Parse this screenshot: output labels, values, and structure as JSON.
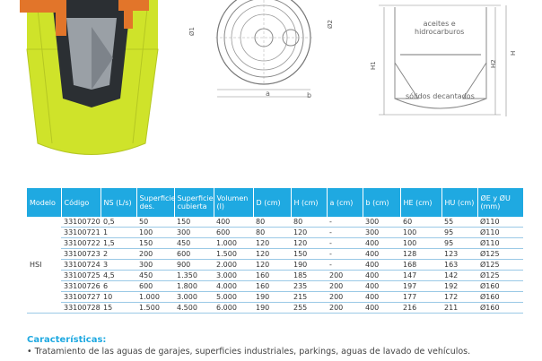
{
  "drawings": {
    "dim_d1": "Ø1",
    "dim_d2": "Ø2",
    "label_a": "a",
    "label_b": "b",
    "label_oils": "aceites e\nhidrocarburos",
    "label_solids": "sólidos decantados",
    "dim_h1": "H1",
    "dim_h2": "H2",
    "dim_h": "H"
  },
  "table": {
    "headers": [
      "Modelo",
      "Código",
      "NS (L/s)",
      "Superficie des.",
      "Superficie cubierta",
      "Volumen (l)",
      "D (cm)",
      "H (cm)",
      "a (cm)",
      "b (cm)",
      "HE (cm)",
      "HU (cm)",
      "ØE y ØU (mm)"
    ],
    "model": "HSI",
    "rows": [
      [
        "33100720",
        "0,5",
        "50",
        "150",
        "400",
        "80",
        "80",
        "-",
        "300",
        "60",
        "55",
        "Ø110"
      ],
      [
        "33100721",
        "1",
        "100",
        "300",
        "600",
        "80",
        "120",
        "-",
        "300",
        "100",
        "95",
        "Ø110"
      ],
      [
        "33100722",
        "1,5",
        "150",
        "450",
        "1.000",
        "120",
        "120",
        "-",
        "400",
        "100",
        "95",
        "Ø110"
      ],
      [
        "33100723",
        "2",
        "200",
        "600",
        "1.500",
        "120",
        "150",
        "-",
        "400",
        "128",
        "123",
        "Ø125"
      ],
      [
        "33100724",
        "3",
        "300",
        "900",
        "2.000",
        "120",
        "190",
        "-",
        "400",
        "168",
        "163",
        "Ø125"
      ],
      [
        "33100725",
        "4,5",
        "450",
        "1.350",
        "3.000",
        "160",
        "185",
        "200",
        "400",
        "147",
        "142",
        "Ø125"
      ],
      [
        "33100726",
        "6",
        "600",
        "1.800",
        "4.000",
        "160",
        "235",
        "200",
        "400",
        "197",
        "192",
        "Ø160"
      ],
      [
        "33100727",
        "10",
        "1.000",
        "3.000",
        "5.000",
        "190",
        "215",
        "200",
        "400",
        "177",
        "172",
        "Ø160"
      ],
      [
        "33100728",
        "15",
        "1.500",
        "4.500",
        "6.000",
        "190",
        "255",
        "200",
        "400",
        "216",
        "211",
        "Ø160"
      ]
    ]
  },
  "features": {
    "title": "Características:",
    "items": [
      "• Tratamiento de las aguas de garajes, superficies industriales, parkings, aguas de lavado de vehículos."
    ]
  },
  "colors": {
    "accent": "#1fa9e1",
    "tank_yellow": "#cfe32a",
    "pipe_orange": "#e2752a",
    "tank_body": "#2b2f33"
  }
}
